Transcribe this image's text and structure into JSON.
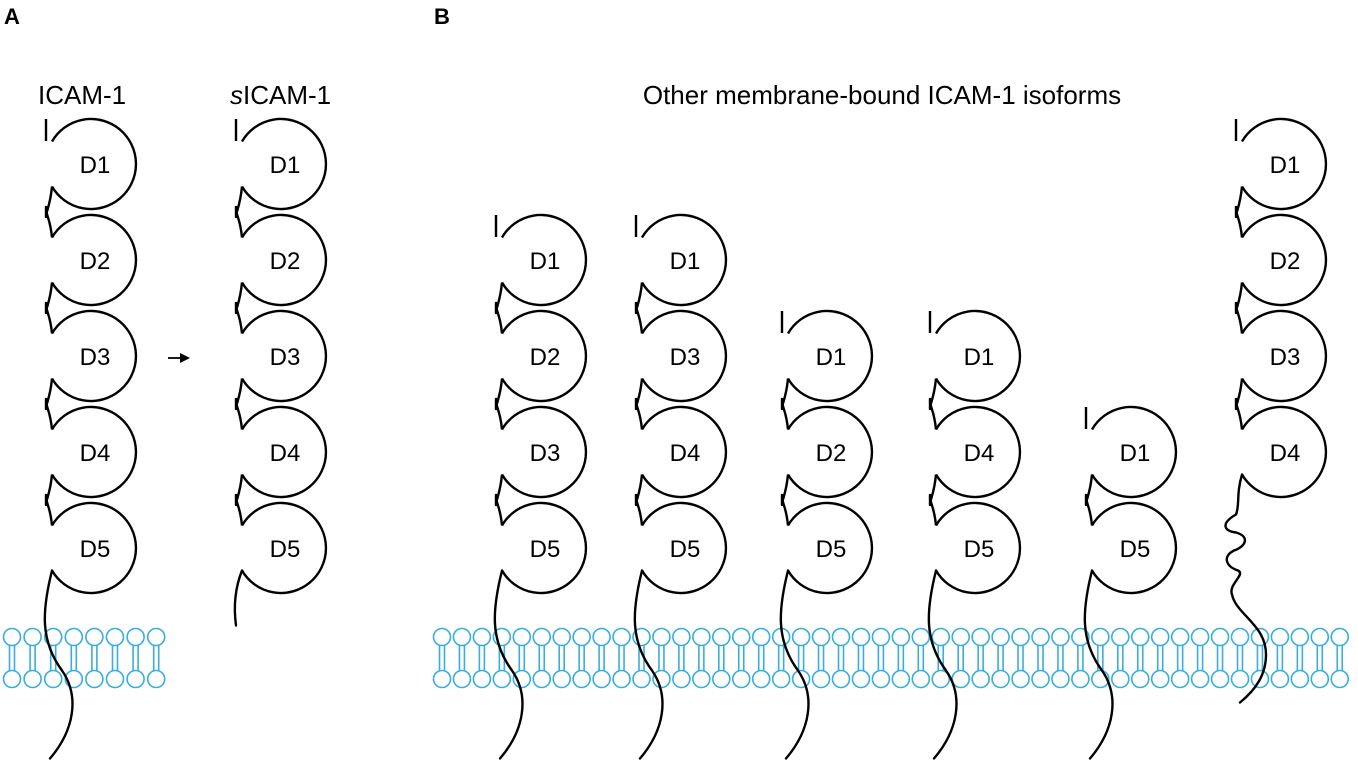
{
  "panel_a": {
    "label": "A",
    "molecules": [
      {
        "name": "ICAM-1",
        "name_prefix_italic": "",
        "domains": [
          "D1",
          "D2",
          "D3",
          "D4",
          "D5"
        ],
        "anchor": "transmembrane"
      },
      {
        "name": "ICAM-1",
        "name_prefix_italic": "s",
        "domains": [
          "D1",
          "D2",
          "D3",
          "D4",
          "D5"
        ],
        "anchor": "soluble"
      }
    ]
  },
  "panel_b": {
    "label": "B",
    "title": "Other membrane-bound ICAM-1 isoforms",
    "isoforms": [
      {
        "domains": [
          "D1",
          "D2",
          "D3",
          "D5"
        ],
        "anchor": "transmembrane"
      },
      {
        "domains": [
          "D1",
          "D3",
          "D4",
          "D5"
        ],
        "anchor": "transmembrane"
      },
      {
        "domains": [
          "D1",
          "D2",
          "D5"
        ],
        "anchor": "transmembrane"
      },
      {
        "domains": [
          "D1",
          "D4",
          "D5"
        ],
        "anchor": "transmembrane"
      },
      {
        "domains": [
          "D1",
          "D5"
        ],
        "anchor": "transmembrane"
      },
      {
        "domains": [
          "D1",
          "D2",
          "D3",
          "D4"
        ],
        "anchor": "transmembrane-wavy-linker"
      }
    ]
  },
  "colors": {
    "membrane": "#3aaedb",
    "outline": "#000000"
  }
}
